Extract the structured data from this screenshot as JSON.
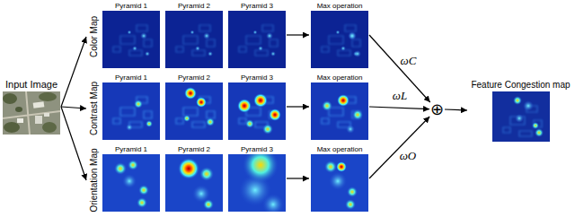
{
  "diagram": {
    "nodes": [
      {
        "text": [
          "Input Image"
        ]
      },
      {
        "text": [
          "Color Map"
        ]
      },
      {
        "text": [
          "Pyramid 1"
        ],
        "in": 1
      },
      {
        "text": [
          "Pyramid 2"
        ],
        "in": 1
      },
      {
        "text": [
          "Pyramid 3"
        ],
        "in": 1
      },
      {
        "text": [
          "Max operation"
        ],
        "in": 1
      },
      {
        "text": [
          "Contrast Map"
        ]
      },
      {
        "text": [
          "Pyramid 1"
        ],
        "in": 6
      },
      {
        "text": [
          "Pyramid 2"
        ],
        "in": 6
      },
      {
        "text": [
          "Pyramid 3"
        ],
        "in": 6
      },
      {
        "text": [
          "Max operation"
        ],
        "in": 6
      },
      {
        "text": [
          "Orientation Map"
        ]
      },
      {
        "text": [
          "Pyramid 1"
        ],
        "in": 11
      },
      {
        "text": [
          "Pyramid 2"
        ],
        "in": 11
      },
      {
        "text": [
          "Pyramid 3"
        ],
        "in": 11
      },
      {
        "text": [
          "Max operation"
        ],
        "in": 11
      },
      {
        "text": [
          "⊕"
        ]
      },
      {
        "text": [
          "Feature Congestion map"
        ]
      }
    ],
    "edges": [
      {
        "from": 0,
        "to": 1,
        "arrow": "to"
      },
      {
        "from": 0,
        "to": 6,
        "arrow": "to"
      },
      {
        "from": 0,
        "to": 11,
        "arrow": "to"
      },
      {
        "from": 4,
        "to": 5,
        "arrow": "to"
      },
      {
        "from": 9,
        "to": 10,
        "arrow": "to"
      },
      {
        "from": 14,
        "to": 15,
        "arrow": "to"
      },
      {
        "from": 5,
        "to": 16,
        "label": "ωC",
        "arrow": "to"
      },
      {
        "from": 10,
        "to": 16,
        "label": "ωL",
        "arrow": "to"
      },
      {
        "from": 15,
        "to": 16,
        "label": "ωO",
        "arrow": "to"
      },
      {
        "from": 16,
        "to": 17,
        "arrow": "to"
      }
    ]
  }
}
